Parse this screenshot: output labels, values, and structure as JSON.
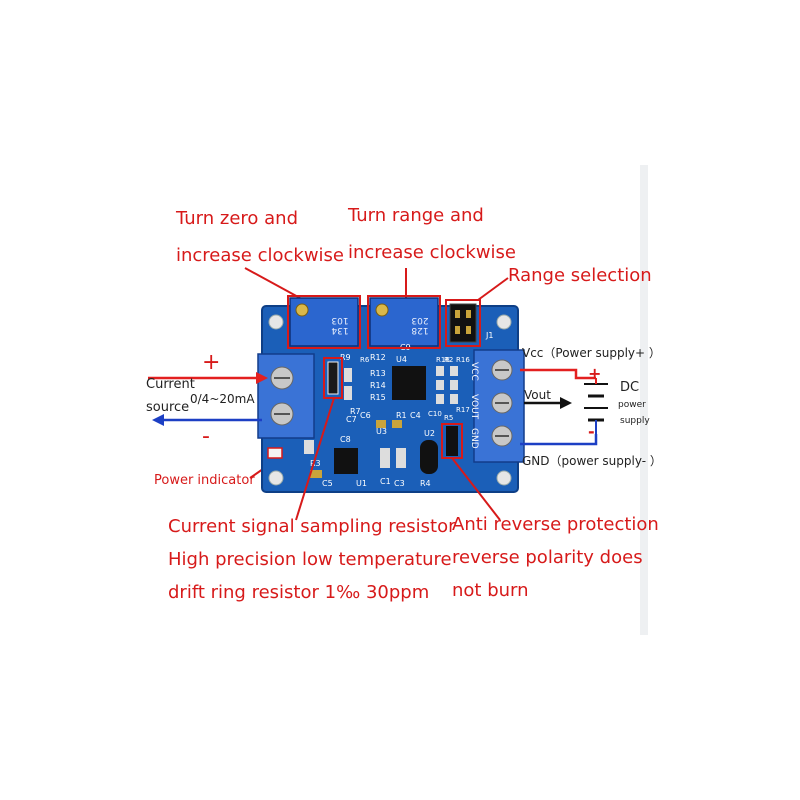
{
  "annotations": {
    "zero_line1": "Turn zero and",
    "zero_line2": "increase clockwise",
    "range_line1": "Turn range and",
    "range_line2": "increase clockwise",
    "range_selection": "Range selection",
    "sampling_line1": "Current signal sampling resistor",
    "sampling_line2": "High precision low temperature",
    "sampling_line3": "drift ring resistor 1‰ 30ppm",
    "anti_line1": "Anti reverse protection",
    "anti_line2": "reverse polarity does",
    "anti_line3": "not burn",
    "power_indicator": "Power indicator"
  },
  "left_labels": {
    "plus": "+",
    "minus": "-",
    "current": "Current",
    "source": "source",
    "range": "0/4~20mA"
  },
  "right_labels": {
    "vcc": "Vcc（Power supply+ ）",
    "vout": "Vout",
    "gnd": "GND（power supply- ）",
    "dc": "DC",
    "power": "power",
    "supply": "supply",
    "plus": "+",
    "minus": "-"
  },
  "board": {
    "pot1_code": "103",
    "pot1_sub": "134",
    "pot2_code": "203",
    "pot2_sub": "128",
    "jumper": "J1",
    "pins": [
      "VCC",
      "VOUT",
      "GND"
    ],
    "refs": [
      "R9",
      "R12",
      "R13",
      "R14",
      "R15",
      "R16",
      "R17",
      "R18",
      "R7",
      "C8",
      "C6",
      "C7",
      "R1",
      "C4",
      "U3",
      "U4",
      "C9",
      "C10",
      "R3",
      "R4",
      "C1",
      "C3",
      "C5",
      "U1",
      "U2",
      "R2",
      "R5",
      "R6"
    ]
  },
  "colors": {
    "annotation": "#d71a1a",
    "board": "#1b5fb8",
    "potentiometer": "#2b66cf",
    "terminal": "#3a73d6",
    "wire_red": "#e32020",
    "wire_blue": "#1c3fc4"
  }
}
